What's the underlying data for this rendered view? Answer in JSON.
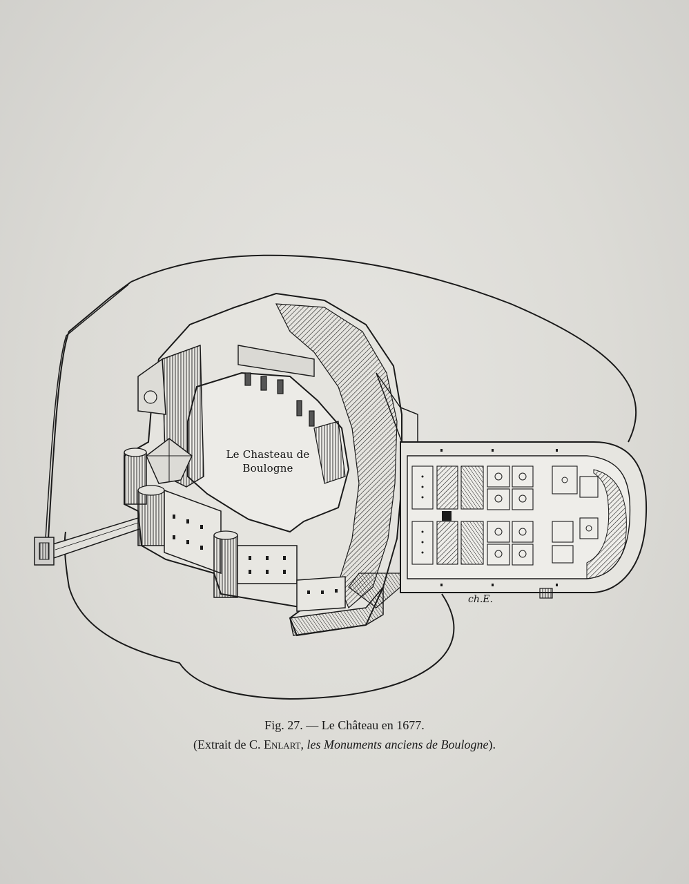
{
  "map": {
    "label_line1": "Le Chasteau de",
    "label_line2": "Boulogne",
    "signature": "ch.E."
  },
  "caption": {
    "figure_line": "Fig. 27. — Le Château en 1677.",
    "source_open": "(Extrait de C. ",
    "source_author": "Enlart",
    "source_sep": ", ",
    "source_title": "les Monuments anciens de Boulogne",
    "source_close": ")."
  }
}
